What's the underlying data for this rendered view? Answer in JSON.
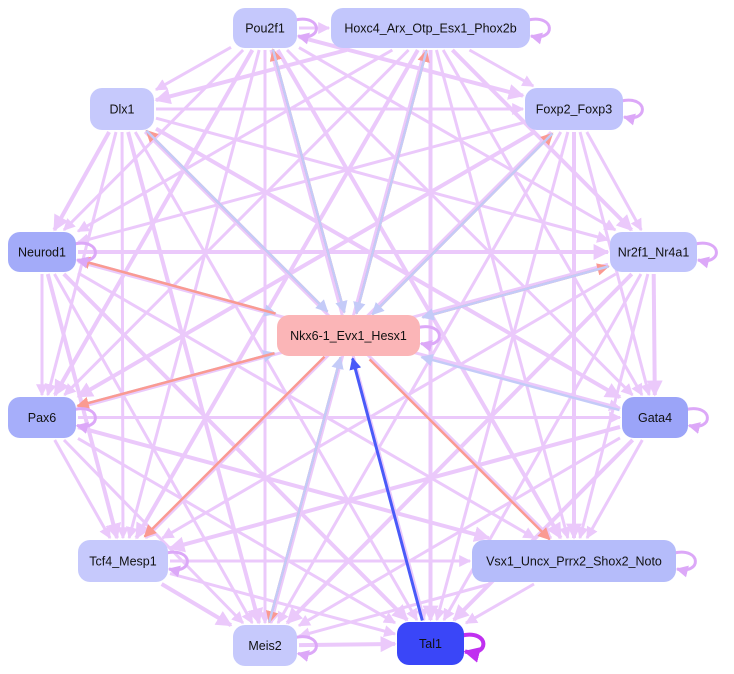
{
  "graph": {
    "nodes": [
      {
        "id": "Pou2f1",
        "label": "Pou2f1",
        "fill": "#c5c8fc"
      },
      {
        "id": "Hoxc4",
        "label": "Hoxc4_Arx_Otp_Esx1_Phox2b",
        "fill": "#c2c6fc"
      },
      {
        "id": "Dlx1",
        "label": "Dlx1",
        "fill": "#c6c9fc"
      },
      {
        "id": "Foxp2",
        "label": "Foxp2_Foxp3",
        "fill": "#c0c4fc"
      },
      {
        "id": "Neurod1",
        "label": "Neurod1",
        "fill": "#a3abf9"
      },
      {
        "id": "Nr2f1",
        "label": "Nr2f1_Nr4a1",
        "fill": "#c0c4fc"
      },
      {
        "id": "Nkx",
        "label": "Nkx6-1_Evx1_Hesx1",
        "fill": "#fbb5b7"
      },
      {
        "id": "Pax6",
        "label": "Pax6",
        "fill": "#a6aefa"
      },
      {
        "id": "Gata4",
        "label": "Gata4",
        "fill": "#9ba4f8"
      },
      {
        "id": "Tcf4",
        "label": "Tcf4_Mesp1",
        "fill": "#c6c9fc"
      },
      {
        "id": "Vsx1",
        "label": "Vsx1_Uncx_Prrx2_Shox2_Noto",
        "fill": "#b5bcfa"
      },
      {
        "id": "Meis2",
        "label": "Meis2",
        "fill": "#c6c9fc"
      },
      {
        "id": "Tal1",
        "label": "Tal1",
        "fill": "#3a46f8",
        "text_color": "#ffffff"
      }
    ],
    "colors": {
      "default_edge": "#ebc9fb",
      "activation": "#fa9a92",
      "repression": "#c4cbf8",
      "strong": "#4a5af8",
      "self_loop_strong": "#c030f0"
    },
    "self_loops": [
      "Pou2f1",
      "Hoxc4",
      "Foxp2",
      "Nr2f1",
      "Nkx",
      "Gata4",
      "Vsx1",
      "Tal1",
      "Neurod1",
      "Pax6",
      "Tcf4",
      "Meis2"
    ],
    "highlight_edges": [
      {
        "from": "Nkx",
        "to": "Pou2f1",
        "type": "activation"
      },
      {
        "from": "Pou2f1",
        "to": "Nkx",
        "type": "repression"
      },
      {
        "from": "Nkx",
        "to": "Hoxc4",
        "type": "activation"
      },
      {
        "from": "Hoxc4",
        "to": "Nkx",
        "type": "repression"
      },
      {
        "from": "Nkx",
        "to": "Dlx1",
        "type": "activation"
      },
      {
        "from": "Dlx1",
        "to": "Nkx",
        "type": "repression"
      },
      {
        "from": "Nkx",
        "to": "Foxp2",
        "type": "activation"
      },
      {
        "from": "Foxp2",
        "to": "Nkx",
        "type": "repression"
      },
      {
        "from": "Neurod1",
        "to": "Nkx",
        "type": "repression"
      },
      {
        "from": "Nkx",
        "to": "Neurod1",
        "type": "activation"
      },
      {
        "from": "Nkx",
        "to": "Nr2f1",
        "type": "activation"
      },
      {
        "from": "Nr2f1",
        "to": "Nkx",
        "type": "repression"
      },
      {
        "from": "Pax6",
        "to": "Nkx",
        "type": "repression"
      },
      {
        "from": "Nkx",
        "to": "Pax6",
        "type": "activation"
      },
      {
        "from": "Gata4",
        "to": "Nkx",
        "type": "repression"
      },
      {
        "from": "Nkx",
        "to": "Tcf4",
        "type": "activation"
      },
      {
        "from": "Nkx",
        "to": "Vsx1",
        "type": "activation"
      },
      {
        "from": "Nkx",
        "to": "Meis2",
        "type": "activation"
      },
      {
        "from": "Meis2",
        "to": "Nkx",
        "type": "repression"
      },
      {
        "from": "Tal1",
        "to": "Nkx",
        "type": "strong"
      }
    ]
  }
}
